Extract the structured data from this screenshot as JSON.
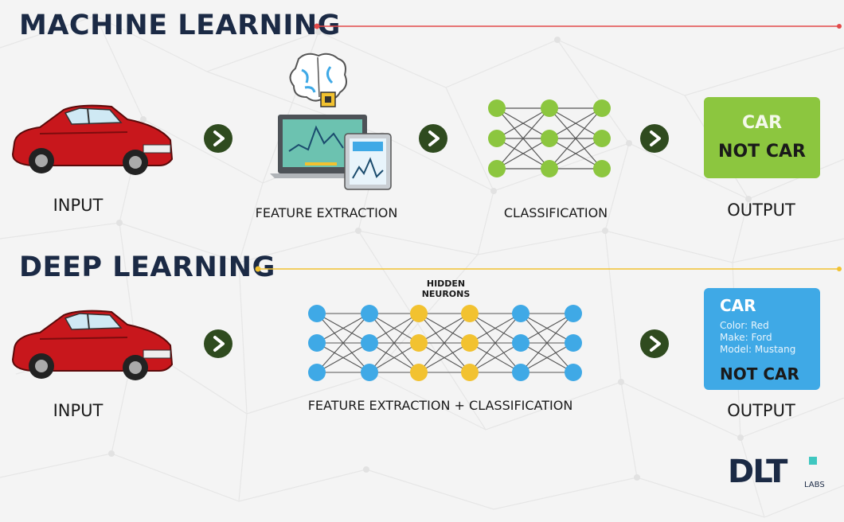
{
  "sections": {
    "ml": {
      "title": "MACHINE LEARNING",
      "input_label": "INPUT",
      "feature_label": "FEATURE EXTRACTION",
      "class_label": "CLASSIFICATION",
      "output_label": "OUTPUT",
      "output_box": {
        "line1": "CAR",
        "line2": "NOT CAR"
      },
      "accent_color": "#e24a4a"
    },
    "dl": {
      "title": "DEEP LEARNING",
      "input_label": "INPUT",
      "hidden_label_1": "HIDDEN",
      "hidden_label_2": "NEURONS",
      "network_label": "FEATURE EXTRACTION + CLASSIFICATION",
      "output_label": "OUTPUT",
      "output_box": {
        "title": "CAR",
        "attr1": "Color: Red",
        "attr2": "Make: Ford",
        "attr3": "Model: Mustang",
        "bottom": "NOT CAR"
      },
      "accent_color": "#f2c230"
    }
  },
  "logo": {
    "main": "DLT",
    "sub": "LABS"
  },
  "colors": {
    "title": "#1b2a45",
    "arrow": "#2f4b1f",
    "ml_output_box": "#8cc63f",
    "dl_output_box": "#3fa9e6",
    "ml_node": "#8cc63f",
    "dl_node_blue": "#3fa9e6",
    "dl_node_yellow": "#f2c230",
    "car_red": "#c8171c"
  }
}
